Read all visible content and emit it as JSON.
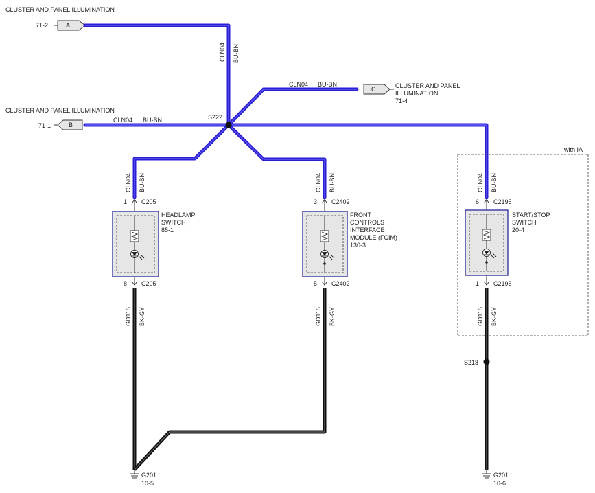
{
  "title_top": "CLUSTER AND PANEL ILLUMINATION",
  "title_left": "CLUSTER AND PANEL ILLUMINATION",
  "conn_a": {
    "ref": "71-2",
    "letter": "A"
  },
  "conn_b": {
    "ref": "71-1",
    "letter": "B"
  },
  "conn_c": {
    "letter": "C",
    "label_line1": "CLUSTER AND PANEL",
    "label_line2": "ILLUMINATION",
    "ref": "71-4"
  },
  "splice_top": "S222",
  "splice_bottom": "S218",
  "circuit_blue": "CLN04",
  "color_blue": "BU-BN",
  "circuit_black": "GD115",
  "color_black": "BK-GY",
  "option_label": "with IA",
  "components": {
    "headlamp": {
      "pin_top": "1",
      "conn_top": "C205",
      "pin_bottom": "8",
      "conn_bottom": "C205",
      "name_lines": [
        "HEADLAMP",
        "SWITCH"
      ],
      "ref": "85-1"
    },
    "fcim": {
      "pin_top": "3",
      "conn_top": "C2402",
      "pin_bottom": "5",
      "conn_bottom": "C2402",
      "name_lines": [
        "FRONT",
        "CONTROLS",
        "INTERFACE",
        "MODULE (FCIM)"
      ],
      "ref": "130-3"
    },
    "startstop": {
      "pin_top": "6",
      "conn_top": "C2195",
      "pin_bottom": "1",
      "conn_bottom": "C2195",
      "name_lines": [
        "START/STOP",
        "SWITCH"
      ],
      "ref": "20-4"
    }
  },
  "grounds": [
    {
      "name": "G201",
      "ref": "10-5"
    },
    {
      "name": "G201",
      "ref": "10-6"
    }
  ],
  "colors": {
    "blue_wire": "#2a1fd0",
    "black_wire": "#111111",
    "component_fill": "#e6e6e6"
  }
}
